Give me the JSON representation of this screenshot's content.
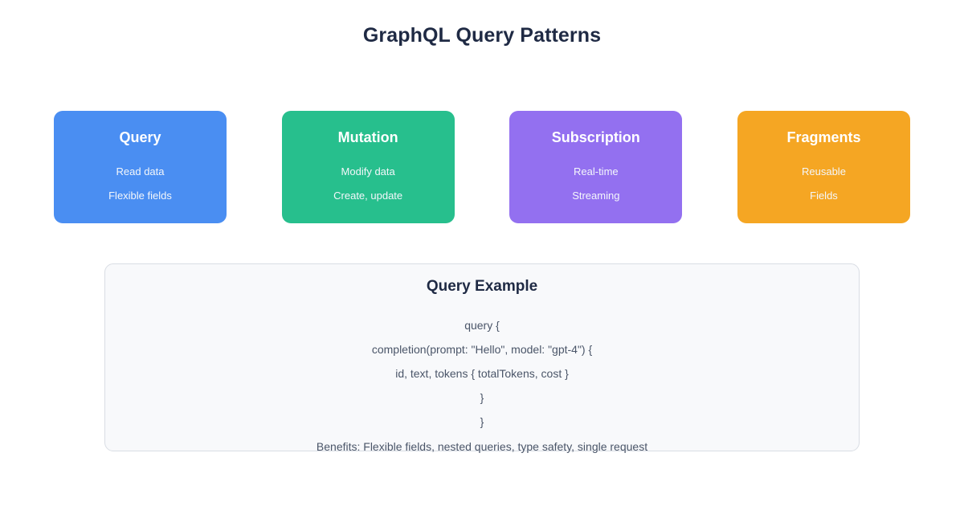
{
  "header": {
    "title": "GraphQL Query Patterns"
  },
  "colors": {
    "title_text": "#1f2a44",
    "query_card": "#4a8ef2",
    "mutation_card": "#27bf8d",
    "subscription_card": "#9370f0",
    "fragments_card": "#f5a623",
    "panel_bg": "#f8f9fb",
    "panel_border": "#d9dde4",
    "code_text": "#4a5568"
  },
  "cards": [
    {
      "title": "Query",
      "line1": "Read data",
      "line2": "Flexible fields",
      "color": "#4a8ef2"
    },
    {
      "title": "Mutation",
      "line1": "Modify data",
      "line2": "Create, update",
      "color": "#27bf8d"
    },
    {
      "title": "Subscription",
      "line1": "Real-time",
      "line2": "Streaming",
      "color": "#9370f0"
    },
    {
      "title": "Fragments",
      "line1": "Reusable",
      "line2": "Fields",
      "color": "#f5a623"
    }
  ],
  "example": {
    "title": "Query Example",
    "lines": [
      "query {",
      "completion(prompt: \"Hello\", model: \"gpt-4\") {",
      "id, text, tokens { totalTokens, cost }",
      "}",
      "}",
      "Benefits: Flexible fields, nested queries, type safety, single request"
    ]
  }
}
